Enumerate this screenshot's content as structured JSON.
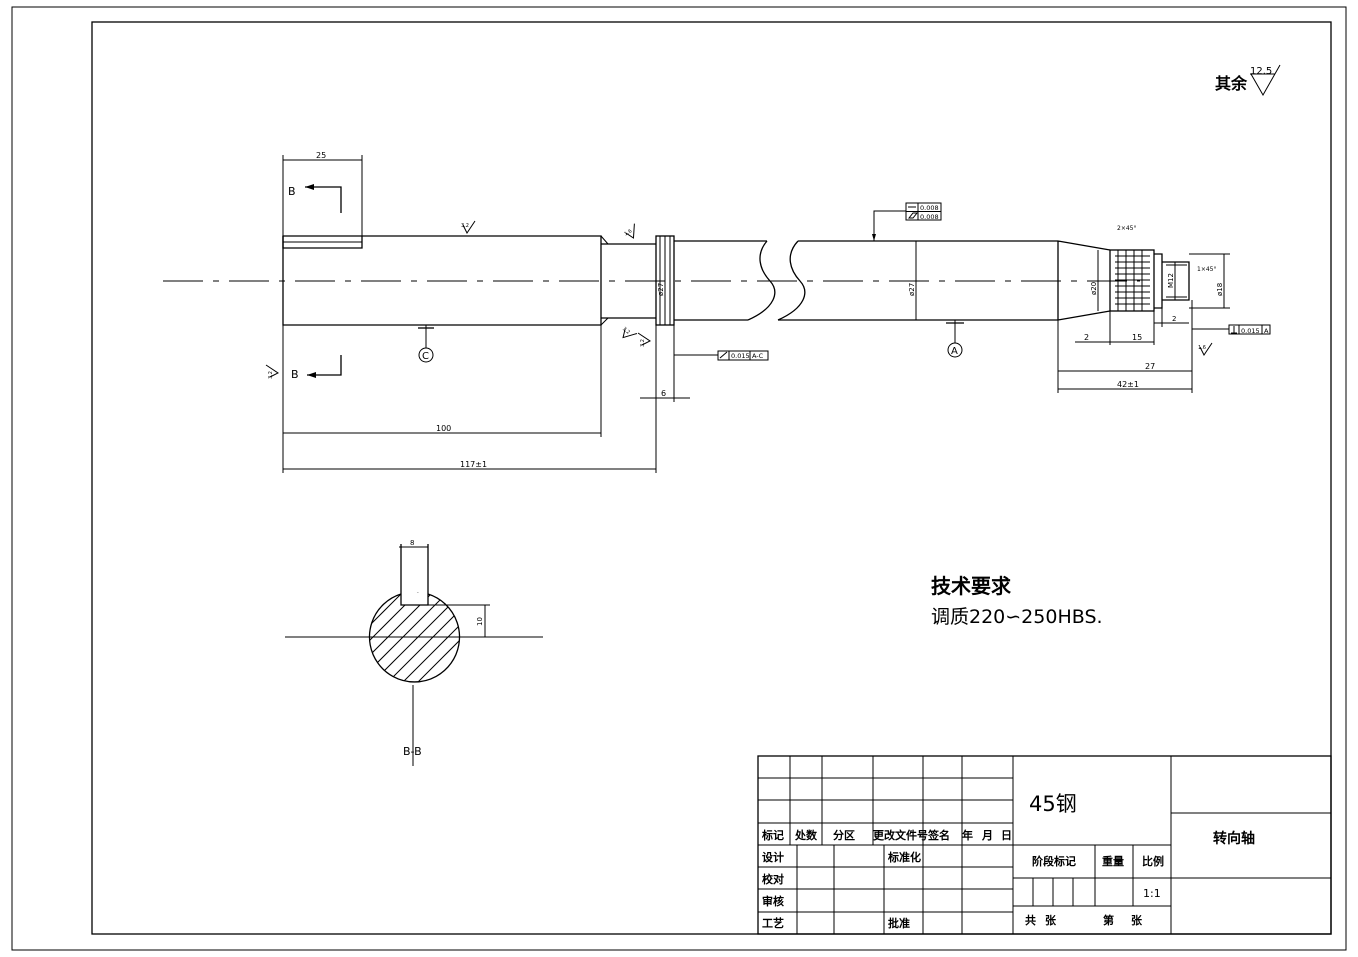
{
  "surface_note": {
    "prefix": "其余",
    "value": "12.5"
  },
  "dimensions": {
    "d25": "25",
    "d100": "100",
    "d117": "117±1",
    "d6": "6",
    "d2": "2",
    "d15": "15",
    "d27": "27",
    "d42": "42±1",
    "d8": "8",
    "d10": "10",
    "m12": "M12",
    "chamfer1": "2×45°",
    "chamfer2": "1×45°",
    "dia1": "ø27",
    "dia2": "ø27",
    "dia3": "ø20",
    "dia4": "ø18"
  },
  "section_labels": {
    "b1": "B",
    "b2": "B",
    "bb": "B-B"
  },
  "datums": {
    "c": "C",
    "a": "A"
  },
  "tolerances": {
    "flat": "0.008",
    "cyl": "0.008",
    "runout_ac": "0.015",
    "runout_ac_ref": "A-C",
    "perp_a": "0.015",
    "perp_a_ref": "A"
  },
  "roughness_marks": {
    "r1": "3.2",
    "r2": "1.6",
    "r3": "3.2",
    "r4": "3.2",
    "r5": "3.2",
    "r6": "1.6"
  },
  "tech_requirements": {
    "title": "技术要求",
    "line1": "调质220∽250HBS."
  },
  "title_block": {
    "material": "45钢",
    "part_name": "转向轴",
    "headers": [
      "标记",
      "处数",
      "分区",
      "更改文件号",
      "签名",
      "年",
      "月",
      "日"
    ],
    "rows": [
      "设计",
      "校对",
      "审核",
      "工艺"
    ],
    "standardize": "标准化",
    "approve": "批准",
    "stage_mark": "阶段标记",
    "weight": "重量",
    "ratio": "比例",
    "scale": "1:1",
    "total": "共",
    "sheet": "张",
    "page": "第",
    "sheet2": "张"
  }
}
